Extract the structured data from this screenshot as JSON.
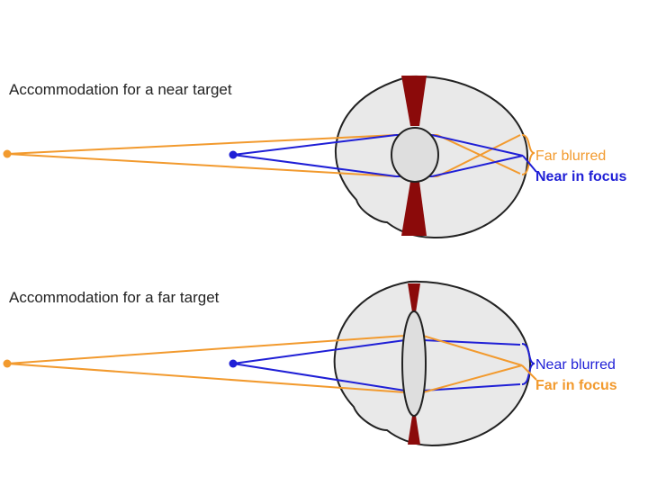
{
  "panels": [
    {
      "title": "Accommodation for a near target",
      "labels": [
        {
          "text": "Far blurred",
          "color": "orange"
        },
        {
          "text": "Near in focus",
          "color": "blue"
        }
      ]
    },
    {
      "title": "Accommodation for a far target",
      "labels": [
        {
          "text": "Near blurred",
          "color": "blue"
        },
        {
          "text": "Far in focus",
          "color": "orange"
        }
      ]
    }
  ],
  "colors": {
    "near_ray": "#1f1fd6",
    "far_ray": "#f29a2e",
    "iris": "#8b0a0a",
    "eyeball_fill": "#e9e9e9",
    "lens_fill": "#dedede",
    "outline": "#222222"
  }
}
